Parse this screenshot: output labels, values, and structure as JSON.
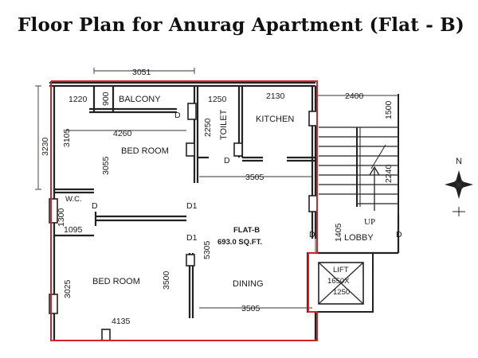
{
  "title": "Floor Plan for Anurag Apartment (Flat - B)",
  "accent_color": "#d2232a",
  "rooms": {
    "balcony": "BALCONY",
    "toilet": "TOILET",
    "kitchen": "KITCHEN",
    "bed_room_1": "BED ROOM",
    "wc": "W.C.",
    "flat_name": "FLAT-B",
    "flat_area": "693.0 SQ.FT.",
    "bed_room_2": "BED ROOM",
    "dining": "DINING",
    "lobby": "LOBBY",
    "lift": "LIFT",
    "lift_size_1": "1650X",
    "lift_size_2": "1250",
    "up": "UP"
  },
  "dimensions": {
    "top_width": "3051",
    "balcony_w": "1220",
    "balcony_door": "900",
    "toilet_w": "1250",
    "kitchen_w": "2130",
    "lobby_w": "2400",
    "left_height": "3230",
    "bed1_h": "3105",
    "bed1_w": "4260",
    "bed1_inner_h": "3055",
    "toilet_h": "2250",
    "kitchen_bottom": "3505",
    "stair_h": "1500",
    "stair_w": "2240",
    "wc_h": "1300",
    "wc_w": "1095",
    "center_h": "5305",
    "lobby_h": "1405",
    "bed2_h": "3025",
    "bed2_inner_h": "3500",
    "dining_w": "3505",
    "bed2_w": "4135"
  },
  "doors": {
    "d_balcony": "D",
    "d_kitchen": "D",
    "d_wc": "D",
    "d1_a": "D1",
    "d1_b": "D1",
    "d_lobby_left": "D",
    "d_lobby_right": "D"
  },
  "compass": {
    "north": "N"
  }
}
